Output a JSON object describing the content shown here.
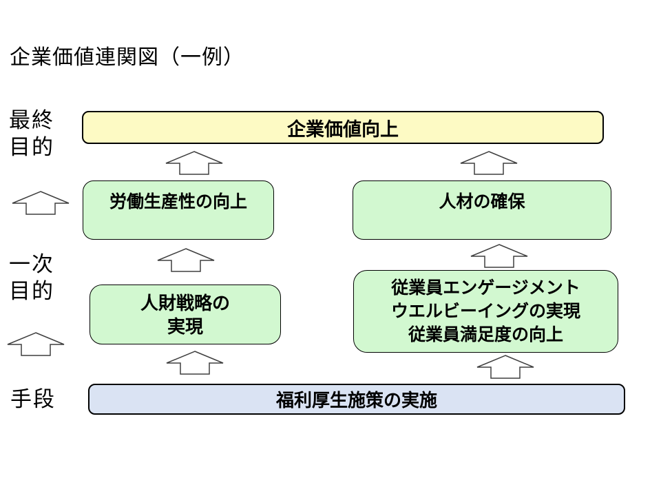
{
  "title": "企業価値連関図（一例）",
  "left_labels": {
    "final_goal": "最終\n目的",
    "primary_goal": "一次\n目的",
    "means": "手段"
  },
  "boxes": {
    "corporate_value": "企業価値向上",
    "labor_productivity": "労働生産性の向上",
    "talent_securing": "人材の確保",
    "hr_strategy": "人財戦略の\n実現",
    "engagement": "従業員エンゲージメント\nウエルビーイングの実現\n従業員満足度の向上",
    "welfare": "福利厚生施策の実施"
  },
  "colors": {
    "box_yellow": "#FDFAC4",
    "box_green": "#D2F8D0",
    "box_blue": "#DAE3F3",
    "box_border": "#000000",
    "arrow_stroke": "#3F3F3F",
    "arrow_fill": "#FFFFFF"
  }
}
